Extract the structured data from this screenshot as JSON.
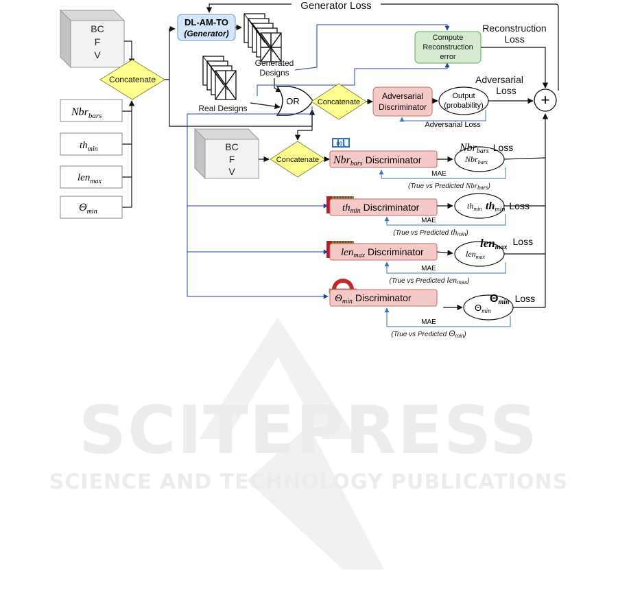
{
  "labels": {
    "generator_loss": "Generator Loss",
    "generator_name": "DL-AM-TO",
    "generator_role": "(Generator)",
    "cube_lines": [
      "BC",
      "F",
      "V"
    ],
    "concatenate": "Concatenate",
    "generated_designs": [
      "Generated",
      "Designs"
    ],
    "real_designs": "Real Designs",
    "or": "OR",
    "compute_recon": [
      "Compute",
      "Reconstruction",
      "error"
    ],
    "reconstruction_loss": [
      "Reconstruction",
      "Loss"
    ],
    "adversarial_loss_top": [
      "Adversarial",
      "Loss"
    ],
    "adversarial_discriminator": [
      "Adversarial",
      "Discriminator"
    ],
    "output_prob": [
      "Output",
      "(probability)"
    ],
    "adversarial_loss_small": "Adversarial Loss",
    "plus": "+",
    "discriminator_word": "Discriminator",
    "loss_word": "Loss",
    "mae": "MAE",
    "true_vs_predicted": "(True vs Predicted",
    "close_paren": ")",
    "counter_icon_digits": "001"
  },
  "inputs": [
    {
      "base": "Nbr",
      "sub": "bars"
    },
    {
      "base": "th",
      "sub": "min"
    },
    {
      "base": "len",
      "sub": "max"
    },
    {
      "base": "Θ",
      "sub": "min"
    }
  ],
  "discriminators": [
    {
      "base": "Nbr",
      "sub": "bars",
      "icon": "counter-icon"
    },
    {
      "base": "th",
      "sub": "min",
      "icon": "caliper-icon"
    },
    {
      "base": "len",
      "sub": "max",
      "icon": "ruler-icon"
    },
    {
      "base": "Θ",
      "sub": "min",
      "icon": "protractor-icon"
    }
  ],
  "watermark": {
    "title": "SCITEPRESS",
    "subtitle": "SCIENCE AND TECHNOLOGY PUBLICATIONS"
  },
  "colors": {
    "generator_fill": "#d6e6fa",
    "generator_stroke": "#6b93c7",
    "discriminator_fill": "#f6c9c9",
    "discriminator_stroke": "#c36a6a",
    "recon_fill": "#d5ead0",
    "recon_stroke": "#6aa55d",
    "diamond_fill": "#ffff8f",
    "blue_line": "#1f3fb8",
    "feedback_line": "#3b73c0"
  }
}
